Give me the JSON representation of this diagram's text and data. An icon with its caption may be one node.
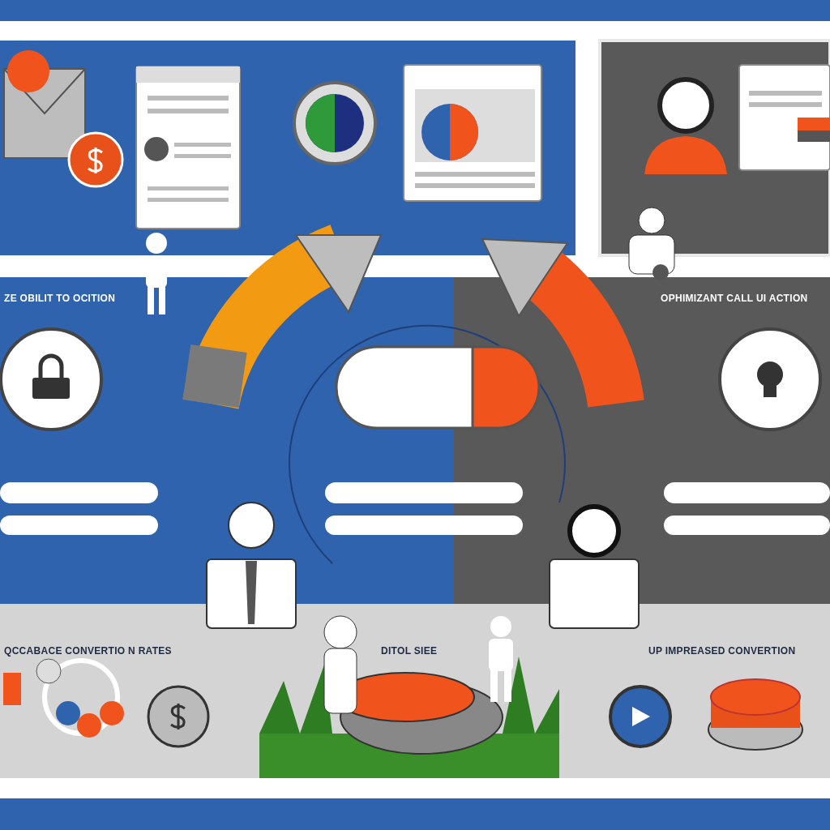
{
  "diagram": {
    "labels": [
      "ZE OBILIT TO OCITION",
      "OPHIMIZANT CALL UI ACTION",
      "QCCABACE CONVERTIO N RATES",
      "DITOL SIEE",
      "UP IMPREASED CONVERTION"
    ]
  }
}
